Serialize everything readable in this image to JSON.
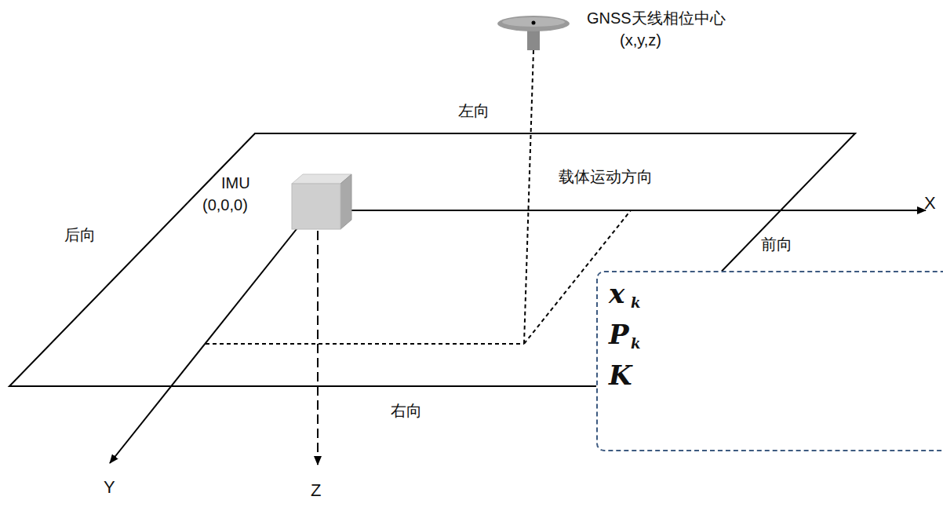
{
  "diagram": {
    "nodes": [
      {
        "text": [
          "x",
          "k",
          "P",
          "k",
          "K"
        ]
      }
    ],
    "labels": [
      "GNSS天线相位中心",
      "(x,y,z)",
      "左向",
      "载体运动方向",
      "IMU",
      "(0,0,0)",
      "后向",
      "前向",
      "右向",
      "X",
      "Y",
      "Z"
    ]
  }
}
